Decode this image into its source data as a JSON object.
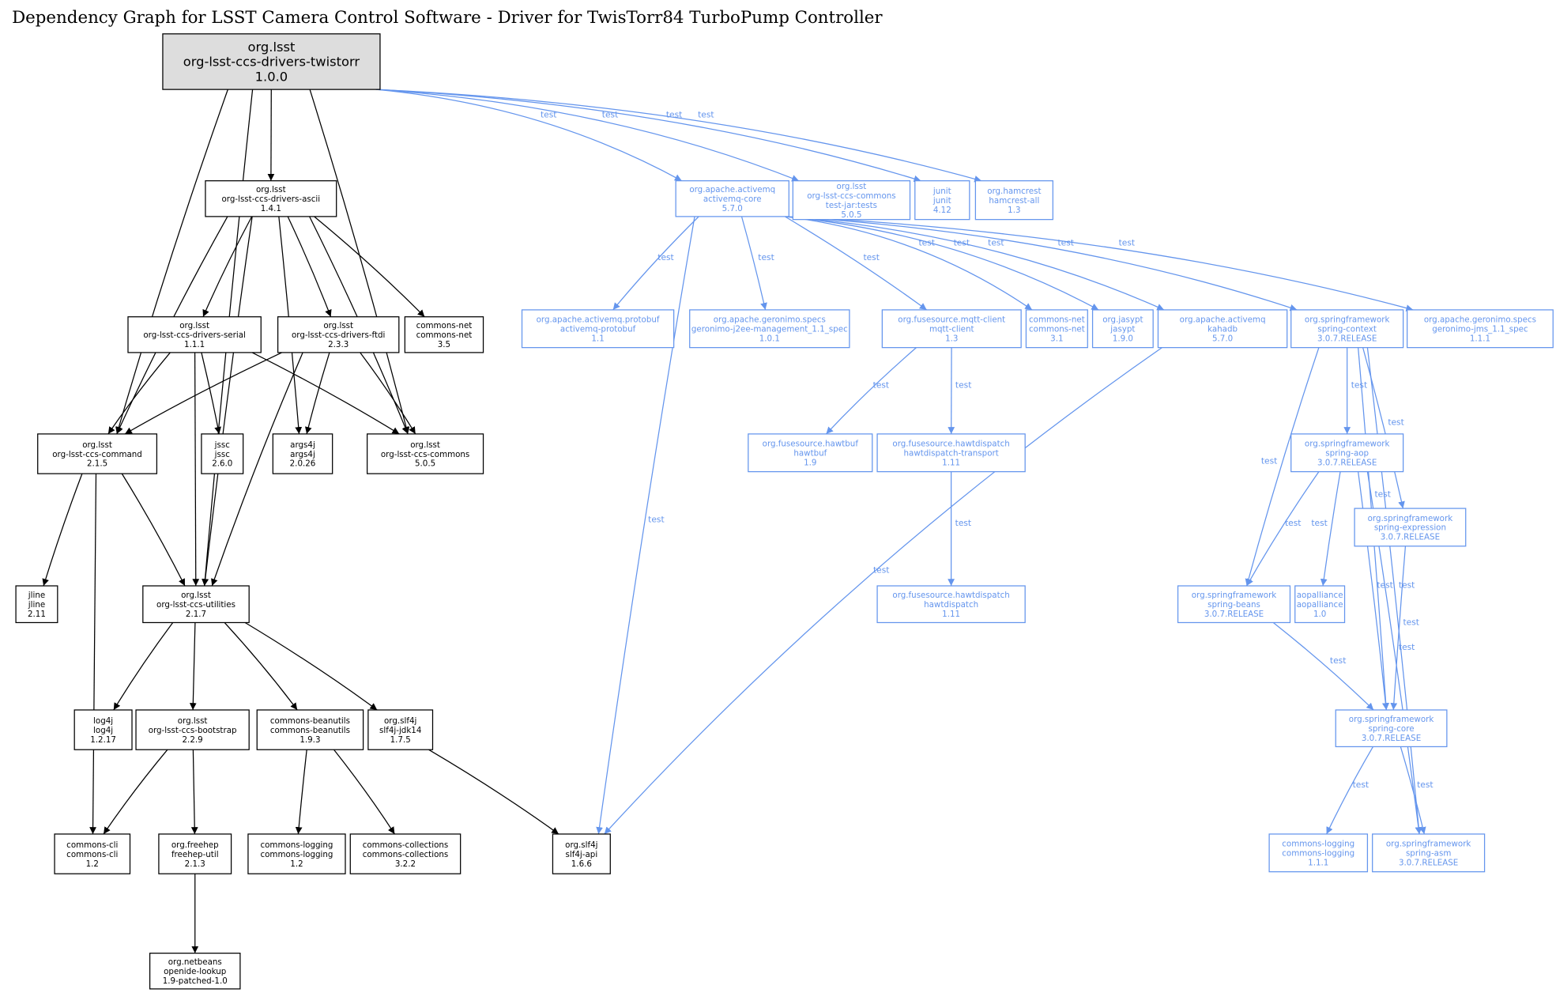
{
  "title": "Dependency Graph for LSST Camera Control Software - Driver for TwisTorr84 TurboPump Controller",
  "colors": {
    "compile": "#000000",
    "test": "#6495ED",
    "root_fill": "#dddddd"
  },
  "nodes": [
    {
      "id": "root",
      "lines": [
        "org.lsst",
        "org-lsst-ccs-drivers-twistorr",
        "1.0.0"
      ],
      "test": false
    },
    {
      "id": "ascii",
      "lines": [
        "org.lsst",
        "org-lsst-ccs-drivers-ascii",
        "1.4.1"
      ],
      "test": false
    },
    {
      "id": "amqcore",
      "lines": [
        "org.apache.activemq",
        "activemq-core",
        "5.7.0"
      ],
      "test": true
    },
    {
      "id": "testjar",
      "lines": [
        "org.lsst",
        "org-lsst-ccs-commons",
        "test-jar:tests",
        "5.0.5"
      ],
      "test": true
    },
    {
      "id": "junit",
      "lines": [
        "junit",
        "junit",
        "4.12"
      ],
      "test": true
    },
    {
      "id": "hamcrest",
      "lines": [
        "org.hamcrest",
        "hamcrest-all",
        "1.3"
      ],
      "test": true
    },
    {
      "id": "serial",
      "lines": [
        "org.lsst",
        "org-lsst-ccs-drivers-serial",
        "1.1.1"
      ],
      "test": false
    },
    {
      "id": "ftdi",
      "lines": [
        "org.lsst",
        "org-lsst-ccs-drivers-ftdi",
        "2.3.3"
      ],
      "test": false
    },
    {
      "id": "cnet35",
      "lines": [
        "commons-net",
        "commons-net",
        "3.5"
      ],
      "test": false
    },
    {
      "id": "protobuf",
      "lines": [
        "org.apache.activemq.protobuf",
        "activemq-protobuf",
        "1.1"
      ],
      "test": true
    },
    {
      "id": "j2ee",
      "lines": [
        "org.apache.geronimo.specs",
        "geronimo-j2ee-management_1.1_spec",
        "1.0.1"
      ],
      "test": true
    },
    {
      "id": "mqtt",
      "lines": [
        "org.fusesource.mqtt-client",
        "mqtt-client",
        "1.3"
      ],
      "test": true
    },
    {
      "id": "cnet31",
      "lines": [
        "commons-net",
        "commons-net",
        "3.1"
      ],
      "test": true
    },
    {
      "id": "jasypt",
      "lines": [
        "org.jasypt",
        "jasypt",
        "1.9.0"
      ],
      "test": true
    },
    {
      "id": "kahadb",
      "lines": [
        "org.apache.activemq",
        "kahadb",
        "5.7.0"
      ],
      "test": true
    },
    {
      "id": "sctx",
      "lines": [
        "org.springframework",
        "spring-context",
        "3.0.7.RELEASE"
      ],
      "test": true
    },
    {
      "id": "jms",
      "lines": [
        "org.apache.geronimo.specs",
        "geronimo-jms_1.1_spec",
        "1.1.1"
      ],
      "test": true
    },
    {
      "id": "command",
      "lines": [
        "org.lsst",
        "org-lsst-ccs-command",
        "2.1.5"
      ],
      "test": false
    },
    {
      "id": "jssc",
      "lines": [
        "jssc",
        "jssc",
        "2.6.0"
      ],
      "test": false
    },
    {
      "id": "args4j",
      "lines": [
        "args4j",
        "args4j",
        "2.0.26"
      ],
      "test": false
    },
    {
      "id": "commons",
      "lines": [
        "org.lsst",
        "org-lsst-ccs-commons",
        "5.0.5"
      ],
      "test": false
    },
    {
      "id": "hawtbuf",
      "lines": [
        "org.fusesource.hawtbuf",
        "hawtbuf",
        "1.9"
      ],
      "test": true
    },
    {
      "id": "hdtrans",
      "lines": [
        "org.fusesource.hawtdispatch",
        "hawtdispatch-transport",
        "1.11"
      ],
      "test": true
    },
    {
      "id": "saop",
      "lines": [
        "org.springframework",
        "spring-aop",
        "3.0.7.RELEASE"
      ],
      "test": true
    },
    {
      "id": "sexpr",
      "lines": [
        "org.springframework",
        "spring-expression",
        "3.0.7.RELEASE"
      ],
      "test": true
    },
    {
      "id": "jline",
      "lines": [
        "jline",
        "jline",
        "2.11"
      ],
      "test": false
    },
    {
      "id": "utilities",
      "lines": [
        "org.lsst",
        "org-lsst-ccs-utilities",
        "2.1.7"
      ],
      "test": false
    },
    {
      "id": "hd",
      "lines": [
        "org.fusesource.hawtdispatch",
        "hawtdispatch",
        "1.11"
      ],
      "test": true
    },
    {
      "id": "sbeans",
      "lines": [
        "org.springframework",
        "spring-beans",
        "3.0.7.RELEASE"
      ],
      "test": true
    },
    {
      "id": "aop",
      "lines": [
        "aopalliance",
        "aopalliance",
        "1.0"
      ],
      "test": true
    },
    {
      "id": "log4j",
      "lines": [
        "log4j",
        "log4j",
        "1.2.17"
      ],
      "test": false
    },
    {
      "id": "bootstrap",
      "lines": [
        "org.lsst",
        "org-lsst-ccs-bootstrap",
        "2.2.9"
      ],
      "test": false
    },
    {
      "id": "beanutils",
      "lines": [
        "commons-beanutils",
        "commons-beanutils",
        "1.9.3"
      ],
      "test": false
    },
    {
      "id": "jdk14",
      "lines": [
        "org.slf4j",
        "slf4j-jdk14",
        "1.7.5"
      ],
      "test": false
    },
    {
      "id": "score",
      "lines": [
        "org.springframework",
        "spring-core",
        "3.0.7.RELEASE"
      ],
      "test": true
    },
    {
      "id": "cli",
      "lines": [
        "commons-cli",
        "commons-cli",
        "1.2"
      ],
      "test": false
    },
    {
      "id": "freehep",
      "lines": [
        "org.freehep",
        "freehep-util",
        "2.1.3"
      ],
      "test": false
    },
    {
      "id": "clog12",
      "lines": [
        "commons-logging",
        "commons-logging",
        "1.2"
      ],
      "test": false
    },
    {
      "id": "ccoll",
      "lines": [
        "commons-collections",
        "commons-collections",
        "3.2.2"
      ],
      "test": false
    },
    {
      "id": "slf4japi",
      "lines": [
        "org.slf4j",
        "slf4j-api",
        "1.6.6"
      ],
      "test": false
    },
    {
      "id": "clog111",
      "lines": [
        "commons-logging",
        "commons-logging",
        "1.1.1"
      ],
      "test": true
    },
    {
      "id": "sasm",
      "lines": [
        "org.springframework",
        "spring-asm",
        "3.0.7.RELEASE"
      ],
      "test": true
    },
    {
      "id": "openide",
      "lines": [
        "org.netbeans",
        "openide-lookup",
        "1.9-patched-1.0"
      ],
      "test": false
    }
  ],
  "edges": [
    {
      "from": "root",
      "to": "ascii",
      "label": ""
    },
    {
      "from": "root",
      "to": "command",
      "label": ""
    },
    {
      "from": "root",
      "to": "commons",
      "label": ""
    },
    {
      "from": "root",
      "to": "utilities",
      "label": ""
    },
    {
      "from": "root",
      "to": "amqcore",
      "label": "test"
    },
    {
      "from": "root",
      "to": "testjar",
      "label": "test"
    },
    {
      "from": "root",
      "to": "junit",
      "label": "test"
    },
    {
      "from": "root",
      "to": "hamcrest",
      "label": "test"
    },
    {
      "from": "ascii",
      "to": "command",
      "label": ""
    },
    {
      "from": "ascii",
      "to": "utilities",
      "label": ""
    },
    {
      "from": "ascii",
      "to": "serial",
      "label": ""
    },
    {
      "from": "ascii",
      "to": "ftdi",
      "label": ""
    },
    {
      "from": "ascii",
      "to": "cnet35",
      "label": ""
    },
    {
      "from": "ascii",
      "to": "args4j",
      "label": ""
    },
    {
      "from": "ascii",
      "to": "commons",
      "label": ""
    },
    {
      "from": "serial",
      "to": "command",
      "label": ""
    },
    {
      "from": "serial",
      "to": "utilities",
      "label": ""
    },
    {
      "from": "serial",
      "to": "jssc",
      "label": ""
    },
    {
      "from": "serial",
      "to": "commons",
      "label": ""
    },
    {
      "from": "ftdi",
      "to": "command",
      "label": ""
    },
    {
      "from": "ftdi",
      "to": "args4j",
      "label": ""
    },
    {
      "from": "ftdi",
      "to": "commons",
      "label": ""
    },
    {
      "from": "ftdi",
      "to": "utilities",
      "label": ""
    },
    {
      "from": "command",
      "to": "jline",
      "label": ""
    },
    {
      "from": "command",
      "to": "utilities",
      "label": ""
    },
    {
      "from": "command",
      "to": "cli",
      "label": ""
    },
    {
      "from": "utilities",
      "to": "log4j",
      "label": ""
    },
    {
      "from": "utilities",
      "to": "bootstrap",
      "label": ""
    },
    {
      "from": "utilities",
      "to": "beanutils",
      "label": ""
    },
    {
      "from": "utilities",
      "to": "jdk14",
      "label": ""
    },
    {
      "from": "bootstrap",
      "to": "cli",
      "label": ""
    },
    {
      "from": "bootstrap",
      "to": "freehep",
      "label": ""
    },
    {
      "from": "freehep",
      "to": "openide",
      "label": ""
    },
    {
      "from": "beanutils",
      "to": "clog12",
      "label": ""
    },
    {
      "from": "beanutils",
      "to": "ccoll",
      "label": ""
    },
    {
      "from": "jdk14",
      "to": "slf4japi",
      "label": ""
    },
    {
      "from": "amqcore",
      "to": "protobuf",
      "label": "test"
    },
    {
      "from": "amqcore",
      "to": "j2ee",
      "label": "test"
    },
    {
      "from": "amqcore",
      "to": "mqtt",
      "label": "test"
    },
    {
      "from": "amqcore",
      "to": "cnet31",
      "label": "test"
    },
    {
      "from": "amqcore",
      "to": "jasypt",
      "label": "test"
    },
    {
      "from": "amqcore",
      "to": "kahadb",
      "label": "test"
    },
    {
      "from": "amqcore",
      "to": "sctx",
      "label": "test"
    },
    {
      "from": "amqcore",
      "to": "jms",
      "label": "test"
    },
    {
      "from": "amqcore",
      "to": "slf4japi",
      "label": "test"
    },
    {
      "from": "mqtt",
      "to": "hawtbuf",
      "label": "test"
    },
    {
      "from": "mqtt",
      "to": "hdtrans",
      "label": "test"
    },
    {
      "from": "hdtrans",
      "to": "hd",
      "label": "test"
    },
    {
      "from": "kahadb",
      "to": "slf4japi",
      "label": "test"
    },
    {
      "from": "sctx",
      "to": "saop",
      "label": "test"
    },
    {
      "from": "sctx",
      "to": "sexpr",
      "label": "test"
    },
    {
      "from": "sctx",
      "to": "sbeans",
      "label": "test"
    },
    {
      "from": "sctx",
      "to": "score",
      "label": "test"
    },
    {
      "from": "sctx",
      "to": "sasm",
      "label": "test"
    },
    {
      "from": "saop",
      "to": "sbeans",
      "label": "test"
    },
    {
      "from": "saop",
      "to": "aop",
      "label": "test"
    },
    {
      "from": "saop",
      "to": "score",
      "label": "test"
    },
    {
      "from": "saop",
      "to": "sasm",
      "label": "test"
    },
    {
      "from": "sexpr",
      "to": "score",
      "label": "test"
    },
    {
      "from": "sbeans",
      "to": "score",
      "label": "test"
    },
    {
      "from": "score",
      "to": "clog111",
      "label": "test"
    },
    {
      "from": "score",
      "to": "sasm",
      "label": "test"
    }
  ]
}
